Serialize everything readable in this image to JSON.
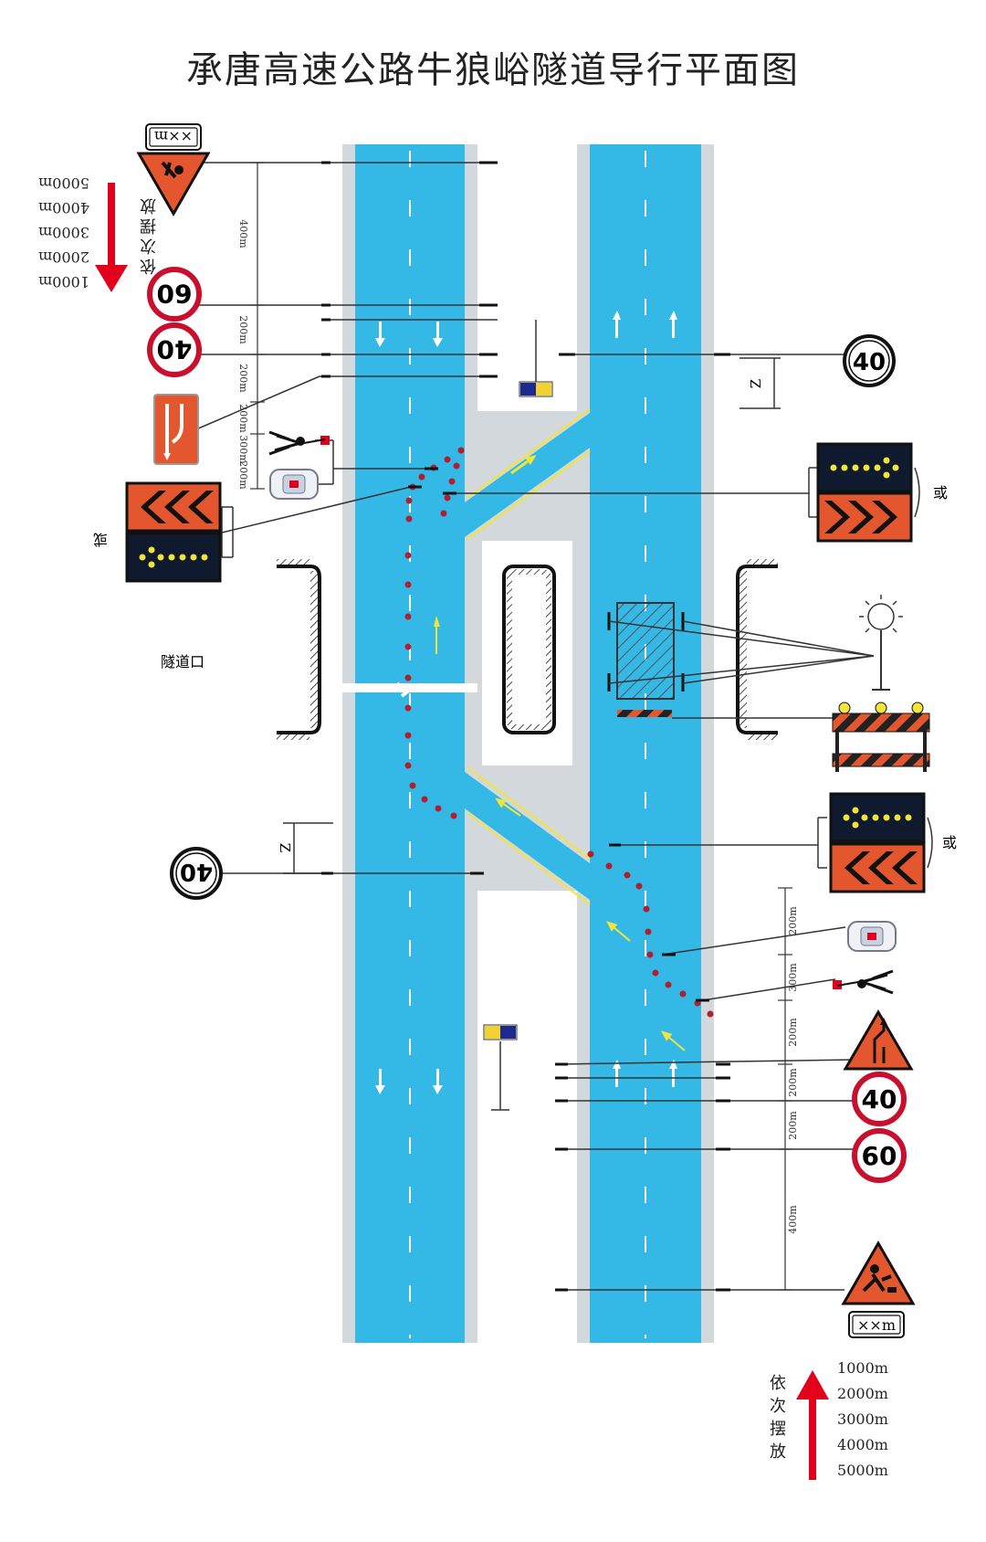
{
  "title": "承唐高速公路牛狼峪隧道导行平面图",
  "tunnel_label": "隧道口",
  "or_label": "或",
  "z_label": "Z",
  "xxm_label": "××m",
  "speed": {
    "s60": "60",
    "s40": "40"
  },
  "sequence_label": [
    "依",
    "次",
    "摆",
    "放"
  ],
  "distance_list": [
    "1000m",
    "2000m",
    "3000m",
    "4000m",
    "5000m"
  ],
  "spacing": {
    "top": [
      "400m",
      "200m",
      "200m",
      "200m",
      "300m",
      "200m"
    ],
    "bottom": [
      "200m",
      "300m",
      "200m",
      "200m",
      "200m",
      "400m"
    ]
  },
  "colors": {
    "lane": "#34b9e6",
    "shoulder": "#d3d8dc",
    "cone": "#b11e30",
    "sign_red": "#c8102e",
    "warn_orange": "#e4572e",
    "arrow_yellow": "#f2e43a"
  }
}
